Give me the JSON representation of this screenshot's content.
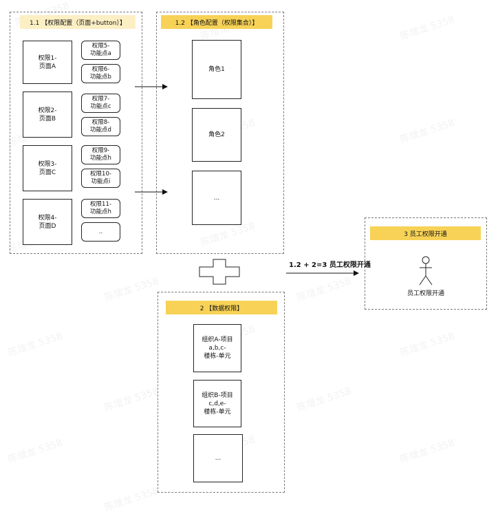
{
  "watermark": "陈增龙 5358",
  "colors": {
    "header_light": "#fcefc4",
    "header_strong": "#f7d257",
    "border": "#222222",
    "dash": "#777777"
  },
  "group_permissions": {
    "title": "1.1 【权限配置（页面+button）】",
    "pages": [
      "权限1-\n页面A",
      "权限2-\n页面B",
      "权限3-\n页面C",
      "权限4-\n页面D"
    ],
    "features": [
      "权限5-\n功能点a",
      "权限6-\n功能点b",
      "权限7-\n功能点c",
      "权限8-\n功能点d",
      "权限9-\n功能点h",
      "权限10-\n功能点i",
      "权限11-\n功能点h",
      ".."
    ]
  },
  "group_roles": {
    "title": "1.2 【角色配置（权限集合）】",
    "roles": [
      "角色1",
      "角色2",
      "..."
    ]
  },
  "group_data": {
    "title": "2 【数据权限】",
    "items": [
      "组织A-项目a,b,c-\n楼栋-单元",
      "组织B-项目c,d,e-\n楼栋-单元",
      "..."
    ]
  },
  "group_employee": {
    "title": "3 员工权限开通",
    "actor_label": "员工权限开通"
  },
  "edge_label": "1.2 + 2=3 员工权限开通"
}
